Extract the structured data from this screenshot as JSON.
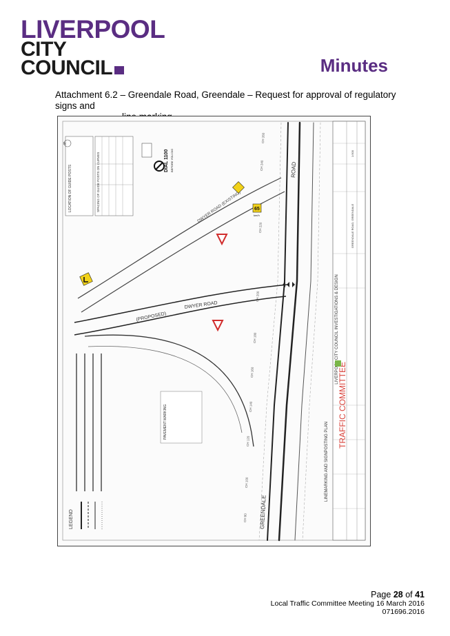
{
  "logo": {
    "line1": "LIVERPOOL",
    "line2": "CITY",
    "line3": "COUNCIL"
  },
  "heading": "Minutes",
  "caption": {
    "line1": "Attachment 6.2 – Greendale Road, Greendale – Request for approval of regulatory signs and",
    "line2": "line marking"
  },
  "drawing": {
    "legend_title": "LEGEND",
    "road_label_1": "GREENDALE",
    "road_label_2": "ROAD",
    "road_label_3": "DWYER ROAD (EXISTING)",
    "road_label_4": "DWYER ROAD",
    "road_label_5": "(PROPOSED)",
    "dial": "DIAL 1100",
    "dial_sub": "BEFORE YOU DIG",
    "pavement_marking": "PAVEMENT MARKING",
    "title_block_1": "LIVERPOOL CITY COUNCIL INVESTIGATIONS & DESIGN",
    "title_block_2": "TRAFFIC COMMITTEE",
    "plan_title": "LINEMARKING AND SIGNPOSTING PLAN",
    "guide_posts": "SPACING OF GUIDE POSTS ON CURVES",
    "location_guide": "LOCATION OF GUIDE POSTS",
    "speed": "65",
    "speed_unit": "km/h",
    "project": "GREENDALE ROAD, GREENDALE",
    "chainage_1": "CH 260",
    "chainage_2": "CH 240",
    "chainage_3": "CH 220",
    "chainage_4": "CH 200",
    "chainage_5": "CH 180",
    "chainage_6": "CH 160",
    "chainage_7": "CH 140",
    "chainage_8": "CH 120",
    "chainage_9": "CH 100",
    "chainage_10": "CH 80",
    "scale": "1:500",
    "north": "N"
  },
  "footer": {
    "page_prefix": "Page ",
    "page_num": "28",
    "page_of": " of ",
    "page_total": "41",
    "meeting": "Local Traffic Committee Meeting 16 March 2016",
    "ref": "071696.2016"
  },
  "colors": {
    "brand": "#5a2d82"
  }
}
